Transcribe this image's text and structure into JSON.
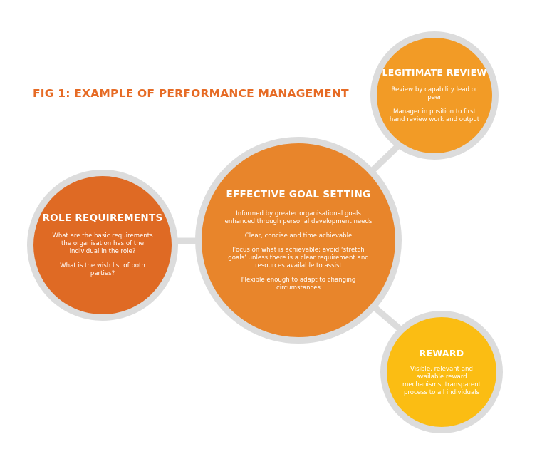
{
  "figure": {
    "title": "FIG 1: EXAMPLE OF PERFORMANCE MANAGEMENT"
  },
  "colors": {
    "title": "#e66b25",
    "role_requirements": "#df6a24",
    "effective_goal_setting": "#e8852b",
    "legitimate_review": "#f29b26",
    "reward": "#fbbd13",
    "ring": "#dcdcdc",
    "connector": "#dcdcdc"
  },
  "nodes": {
    "role_requirements": {
      "title": "ROLE REQUIREMENTS",
      "lines": [
        "What are the basic requirements the organisation has of the individual in the role?",
        "What is the wish list of both parties?"
      ]
    },
    "effective_goal_setting": {
      "title": "EFFECTIVE GOAL SETTING",
      "lines": [
        "Informed by greater organisational goals enhanced through personal development needs",
        "Clear, concise and time achievable",
        "Focus on what is achievable; avoid ‘stretch goals’ unless there is a clear requirement and resources available to assist",
        "Flexible enough to adapt to changing circumstances"
      ]
    },
    "legitimate_review": {
      "title": "LEGITIMATE REVIEW",
      "lines": [
        "Review by capability lead or peer",
        "Manager in position to first hand review work and output"
      ]
    },
    "reward": {
      "title": "REWARD",
      "lines": [
        "Visible, relevant and available reward mechanisms, transparent process to all individuals"
      ]
    }
  }
}
